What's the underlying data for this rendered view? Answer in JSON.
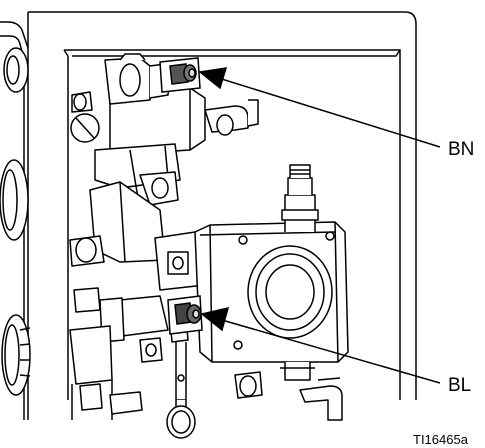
{
  "callouts": [
    {
      "id": "BN",
      "label": "BN"
    },
    {
      "id": "BL",
      "label": "BL"
    }
  ],
  "figure_id": "TI16465a"
}
